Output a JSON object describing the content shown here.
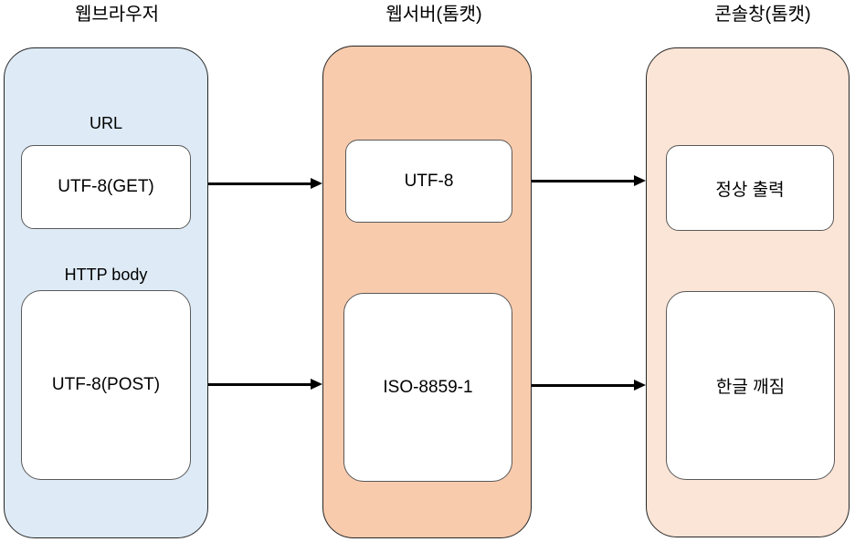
{
  "diagram": {
    "columns": [
      {
        "title": "웹브라우저",
        "section_labels": [
          "URL",
          "HTTP body"
        ],
        "boxes": [
          {
            "label": "UTF-8(GET)"
          },
          {
            "label": "UTF-8(POST)"
          }
        ],
        "fill_color": "#DEEBF7"
      },
      {
        "title": "웹서버(톰캣)",
        "section_labels": [],
        "boxes": [
          {
            "label": "UTF-8"
          },
          {
            "label": "ISO-8859-1"
          }
        ],
        "fill_color": "#F8CBAD"
      },
      {
        "title": "콘솔창(톰캣)",
        "section_labels": [],
        "boxes": [
          {
            "label": "정상 출력"
          },
          {
            "label": "한글 깨짐"
          }
        ],
        "fill_color": "#FBE5D6"
      }
    ],
    "arrows": [
      {
        "from": "UTF-8(GET)",
        "to": "UTF-8"
      },
      {
        "from": "UTF-8",
        "to": "정상 출력"
      },
      {
        "from": "UTF-8(POST)",
        "to": "ISO-8859-1"
      },
      {
        "from": "ISO-8859-1",
        "to": "한글 깨짐"
      }
    ],
    "colors": {
      "browser_fill": "#DEEBF7",
      "server_fill": "#F8CBAD",
      "console_fill": "#FBE5D6",
      "box_fill": "#FFFFFF",
      "box_border": "#595959",
      "container_border": "#262626",
      "arrow": "#000000",
      "text": "#000000"
    }
  }
}
